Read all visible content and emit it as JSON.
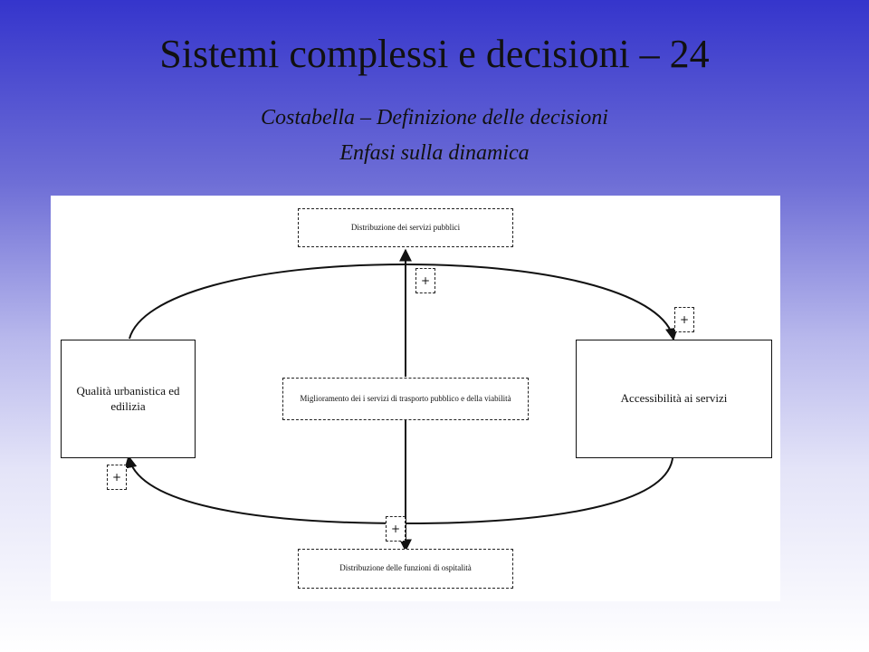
{
  "slide": {
    "title": "Sistemi complessi e decisioni – 24",
    "subtitle_line1": "Costabella – Definizione delle decisioni",
    "subtitle_line2": "Enfasi sulla dinamica"
  },
  "diagram": {
    "nodes": {
      "qualita": "Qualità urbanistica ed edilizia",
      "accessibilita": "Accessibilità ai servizi",
      "miglioramento": "Miglioramento dei i servizi di trasporto pubblico e della viabilità",
      "servizi_pubblici": "Distribuzione dei servizi pubblici",
      "ospitalita": "Distribuzione delle funzioni di ospitalità"
    },
    "link_signs": {
      "top_center": "+",
      "top_right": "+",
      "bottom_left": "+",
      "bottom_center": "+"
    }
  }
}
